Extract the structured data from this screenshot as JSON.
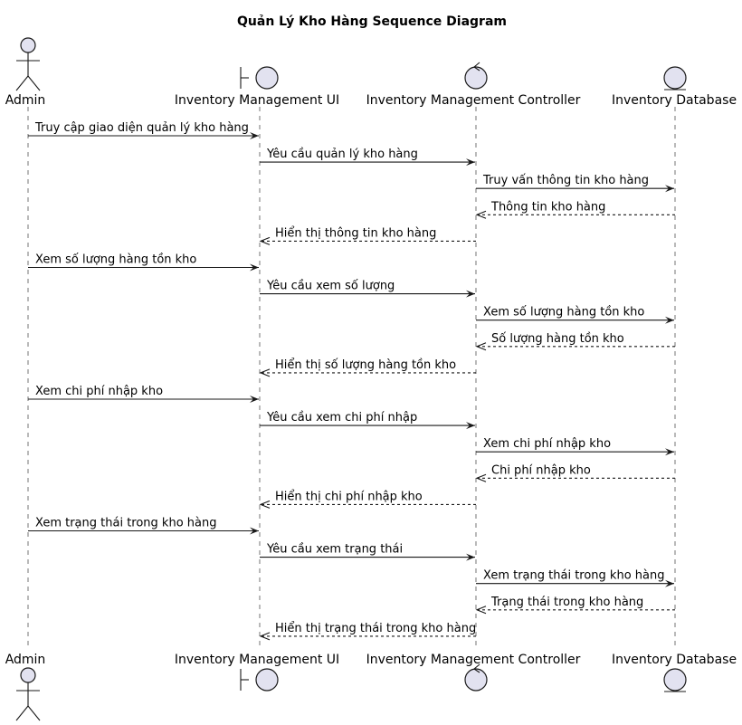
{
  "title": "Quản Lý Kho Hàng Sequence Diagram",
  "participants": [
    {
      "id": "admin",
      "name": "Admin",
      "kind": "actor"
    },
    {
      "id": "ui",
      "name": "Inventory Management UI",
      "kind": "boundary"
    },
    {
      "id": "ctrl",
      "name": "Inventory Management Controller",
      "kind": "control"
    },
    {
      "id": "db",
      "name": "Inventory Database",
      "kind": "entity"
    }
  ],
  "messages": [
    {
      "from": "admin",
      "to": "ui",
      "text": "Truy cập giao diện quản lý kho hàng",
      "style": "sync"
    },
    {
      "from": "ui",
      "to": "ctrl",
      "text": "Yêu cầu quản lý kho hàng",
      "style": "sync"
    },
    {
      "from": "ctrl",
      "to": "db",
      "text": "Truy vấn thông tin kho hàng",
      "style": "sync"
    },
    {
      "from": "db",
      "to": "ctrl",
      "text": "Thông tin kho hàng",
      "style": "return"
    },
    {
      "from": "ctrl",
      "to": "ui",
      "text": "Hiển thị thông tin kho hàng",
      "style": "return"
    },
    {
      "from": "admin",
      "to": "ui",
      "text": "Xem số lượng hàng tồn kho",
      "style": "sync"
    },
    {
      "from": "ui",
      "to": "ctrl",
      "text": "Yêu cầu xem số lượng",
      "style": "sync"
    },
    {
      "from": "ctrl",
      "to": "db",
      "text": "Xem số lượng hàng tồn kho",
      "style": "sync"
    },
    {
      "from": "db",
      "to": "ctrl",
      "text": "Số lượng hàng tồn kho",
      "style": "return"
    },
    {
      "from": "ctrl",
      "to": "ui",
      "text": "Hiển thị số lượng hàng tồn kho",
      "style": "return"
    },
    {
      "from": "admin",
      "to": "ui",
      "text": "Xem chi phí nhập kho",
      "style": "sync"
    },
    {
      "from": "ui",
      "to": "ctrl",
      "text": "Yêu cầu xem chi phí nhập",
      "style": "sync"
    },
    {
      "from": "ctrl",
      "to": "db",
      "text": "Xem chi phí nhập kho",
      "style": "sync"
    },
    {
      "from": "db",
      "to": "ctrl",
      "text": "Chi phí nhập kho",
      "style": "return"
    },
    {
      "from": "ctrl",
      "to": "ui",
      "text": "Hiển thị chi phí nhập kho",
      "style": "return"
    },
    {
      "from": "admin",
      "to": "ui",
      "text": "Xem trạng thái trong kho hàng",
      "style": "sync"
    },
    {
      "from": "ui",
      "to": "ctrl",
      "text": "Yêu cầu xem trạng thái",
      "style": "sync"
    },
    {
      "from": "ctrl",
      "to": "db",
      "text": "Xem trạng thái trong kho hàng",
      "style": "sync"
    },
    {
      "from": "db",
      "to": "ctrl",
      "text": "Trạng thái trong kho hàng",
      "style": "return"
    },
    {
      "from": "ctrl",
      "to": "ui",
      "text": "Hiển thị trạng thái trong kho hàng",
      "style": "return"
    }
  ],
  "colors": {
    "shape_fill": "#E2E2F0",
    "stroke": "#181818"
  }
}
